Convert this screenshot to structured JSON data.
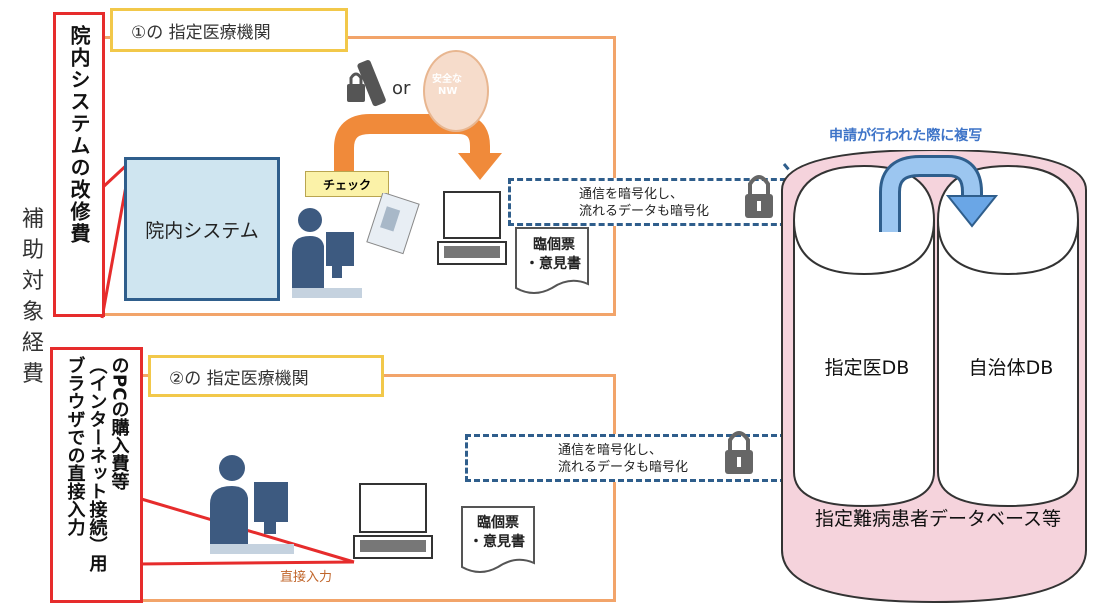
{
  "side_label": "補助対象経費",
  "top": {
    "title": "①の 指定医療機関",
    "red_label": "院内システムの改修費",
    "system_label": "院内システム",
    "check_label": "チェック",
    "or_text": "or",
    "secure_nw": [
      "安全な",
      "NW"
    ],
    "comm_lines": [
      "通信を暗号化し、",
      "流れるデータも暗号化"
    ],
    "doc_lines": [
      "臨個票",
      "・意見書"
    ]
  },
  "bottom": {
    "title": "②の 指定医療機関",
    "red_label_col1": "ブラウザでの直接入力",
    "red_label_col2": "（インターネット接続）用",
    "red_label_col3": "のPCの購入費等",
    "direct_input": "直接入力",
    "comm_lines": [
      "通信を暗号化し、",
      "流れるデータも暗号化"
    ],
    "doc_lines": [
      "臨個票",
      "・意見書"
    ]
  },
  "database": {
    "copy_caption": "申請が行われた際に複写",
    "left_db": "指定医DB",
    "right_db": "自治体DB",
    "bottom_label": "指定難病患者データベース等"
  },
  "colors": {
    "orange_border": "#f2a46a",
    "yellow_border": "#f2c84a",
    "red": "#e62c2c",
    "navy": "#2f5e8c",
    "db_pink": "#f5d3dc",
    "arrow_blue": "#6aa6e6"
  }
}
